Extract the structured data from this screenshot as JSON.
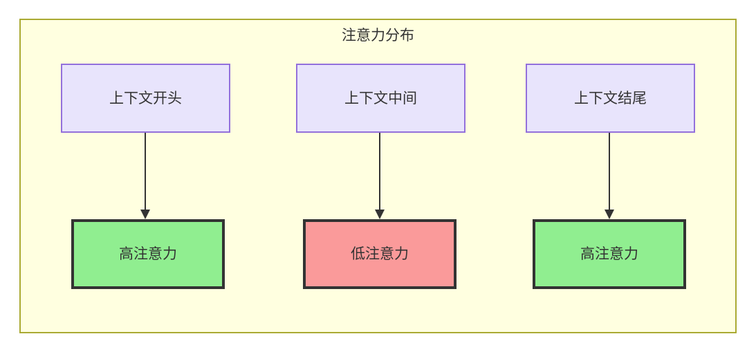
{
  "diagram": {
    "title": "注意力分布",
    "colors": {
      "container_fill": "#ffffe0",
      "container_border": "#aaaa33",
      "source_fill": "#e8e4fc",
      "source_border": "#9370db",
      "high_fill": "#90ee90",
      "low_fill": "#fa9a9a",
      "node_border": "#333333",
      "text": "#333333"
    },
    "columns": [
      {
        "source": {
          "label": "上下文开头"
        },
        "result": {
          "label": "高注意力",
          "level": "high"
        }
      },
      {
        "source": {
          "label": "上下文中间"
        },
        "result": {
          "label": "低注意力",
          "level": "low"
        }
      },
      {
        "source": {
          "label": "上下文结尾"
        },
        "result": {
          "label": "高注意力",
          "level": "high"
        }
      }
    ]
  }
}
